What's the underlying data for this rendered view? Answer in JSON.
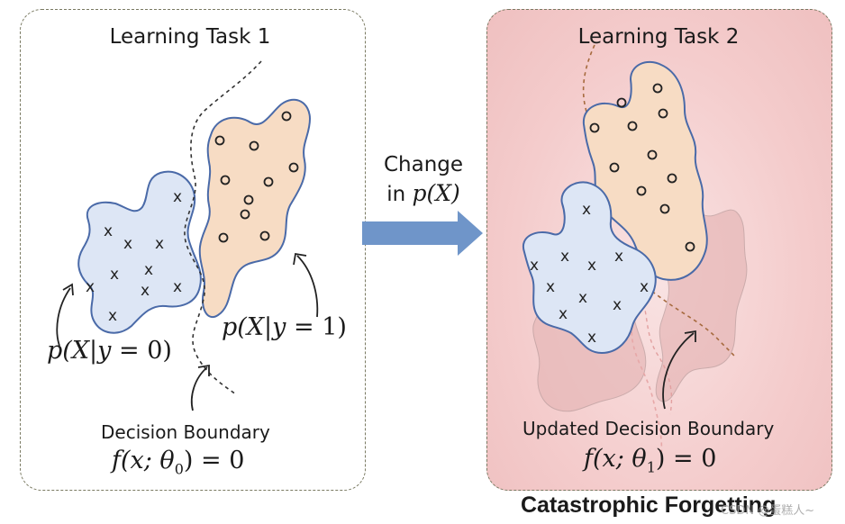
{
  "left_panel": {
    "title": "Learning Task 1",
    "class0_label": {
      "pre": "p(X",
      "bar": "|",
      "y": "y",
      "eq": " = 0)"
    },
    "class1_label": {
      "pre": "p(X",
      "bar": "|",
      "y": "y",
      "eq": " = 1)"
    },
    "boundary_label": "Decision Boundary",
    "boundary_formula": {
      "f": "f(x; θ",
      "sub": "0",
      "rest": ") = 0"
    }
  },
  "arrow": {
    "line1": "Change",
    "line2_prefix": "in ",
    "line2_math": "p(X)"
  },
  "right_panel": {
    "title": "Learning Task 2",
    "boundary_label": "Updated Decision Boundary",
    "boundary_formula": {
      "f": "f(x; θ",
      "sub": "1",
      "rest": ") = 0"
    }
  },
  "caption": "Catastrophic Forgetting",
  "watermark": "CSDN @蛋糕人~",
  "colors": {
    "class0_fill": "#dde6f5",
    "class0_stroke": "#4a6aa8",
    "class1_fill": "#f7dcc4",
    "class1_stroke": "#4a6aa8",
    "arrow": "#6f95c9",
    "right_bg": "#f4cccc"
  },
  "markers": {
    "class0": "x",
    "class1": "o"
  }
}
